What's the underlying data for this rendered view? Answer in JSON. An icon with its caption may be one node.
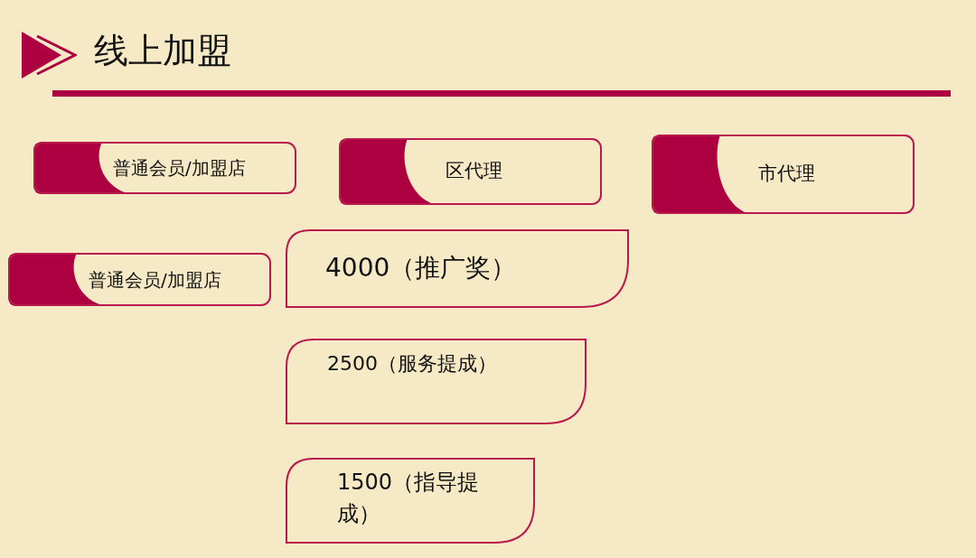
{
  "diagram": {
    "title": "线上加盟",
    "nodes": [
      {
        "text": [
          "普通会员/加盟店"
        ]
      },
      {
        "text": [
          "区代理"
        ]
      },
      {
        "text": [
          "市代理"
        ]
      },
      {
        "text": [
          "普通会员/加盟店"
        ]
      },
      {
        "text": [
          "4000（推广奖）"
        ]
      },
      {
        "text": [
          "2500（服务提成）"
        ]
      },
      {
        "text": [
          "1500（指导提成）"
        ]
      }
    ]
  }
}
